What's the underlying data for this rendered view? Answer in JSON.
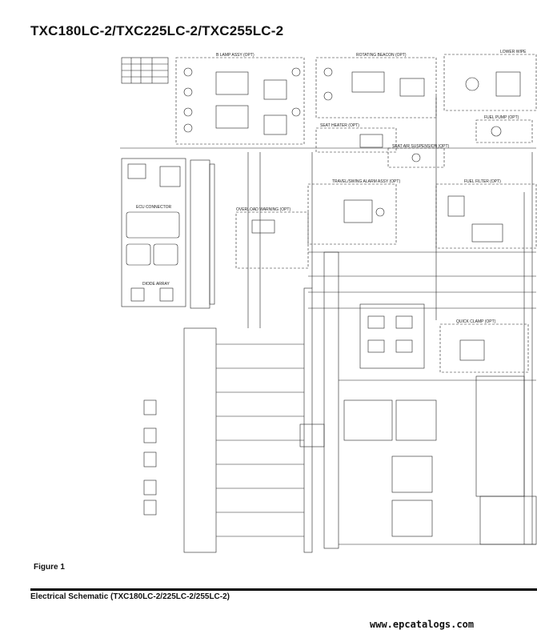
{
  "page": {
    "title": "TXC180LC-2/TXC225LC-2/TXC255LC-2",
    "figure_label": "Figure  1",
    "caption": "Electrical Schematic  (TXC180LC-2/225LC-2/255LC-2)",
    "watermark": "www.epcatalogs.com"
  },
  "schematic": {
    "labels": {
      "lamp_assy": "B LAMP ASSY (OPT)",
      "rotating_beacon": "ROTATING BEACON (OPT)",
      "lower_wiper": "LOWER WIPE",
      "fuel_pump": "FUEL PUMP (OPT)",
      "seat_heater": "SEAT HEATER (OPT)",
      "seat_air_suspension": "SEAT AIR SUSPENSION (OPT)",
      "travel_swing_alarm": "TRAVEL/SWING ALARM ASSY (OPT)",
      "fuel_filter": "FUEL FILTER (OPT)",
      "overload_warning": "OVERLOAD WARNING (OPT)",
      "ecu_connector": "ECU CONNECTOR",
      "diode_array": "DIODE ARRAY",
      "quick_clamp": "QUICK CLAMP (OPT)"
    }
  }
}
